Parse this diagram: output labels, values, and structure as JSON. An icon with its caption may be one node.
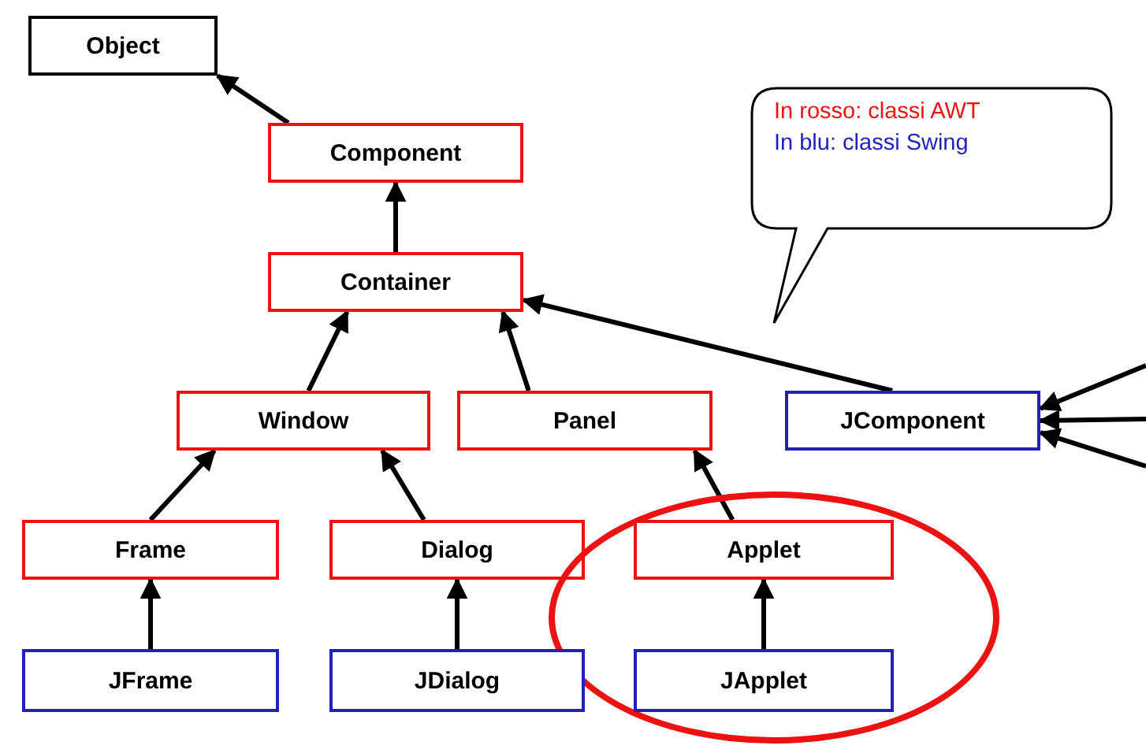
{
  "diagram": {
    "nodes": [
      {
        "text": [
          "Object"
        ]
      },
      {
        "text": [
          "Component"
        ]
      },
      {
        "text": [
          "Container"
        ]
      },
      {
        "text": [
          "Window"
        ]
      },
      {
        "text": [
          "Panel"
        ]
      },
      {
        "text": [
          "JComponent"
        ]
      },
      {
        "text": [
          "In rosso: classi AWT",
          "In blu: classi Swing"
        ]
      },
      {
        "text": [
          "Frame"
        ]
      },
      {
        "text": [
          "Dialog"
        ]
      },
      {
        "text": [],
        "shape": "circle"
      },
      {
        "text": [
          "Applet"
        ],
        "in": 9
      },
      {
        "text": [
          "JFrame"
        ]
      },
      {
        "text": [
          "JDialog"
        ]
      },
      {
        "text": [
          "JApplet"
        ],
        "in": 9
      }
    ],
    "edges": [
      {
        "from": 1,
        "to": 0,
        "arrow": "to"
      },
      {
        "from": 2,
        "to": 1,
        "arrow": "to"
      },
      {
        "from": 3,
        "to": 2,
        "arrow": "to"
      },
      {
        "from": 4,
        "to": 2,
        "arrow": "to"
      },
      {
        "from": 5,
        "to": 2,
        "arrow": "to"
      },
      {
        "from": null,
        "to": 5,
        "arrow": "to"
      },
      {
        "from": null,
        "to": 5,
        "arrow": "to"
      },
      {
        "from": null,
        "to": 5,
        "arrow": "to"
      },
      {
        "from": 7,
        "to": 3,
        "arrow": "to"
      },
      {
        "from": 8,
        "to": 3,
        "arrow": "to"
      },
      {
        "from": 10,
        "to": 4,
        "arrow": "to"
      },
      {
        "from": 11,
        "to": 7,
        "arrow": "to"
      },
      {
        "from": 12,
        "to": 8,
        "arrow": "to"
      },
      {
        "from": 13,
        "to": 10,
        "arrow": "to"
      }
    ]
  }
}
